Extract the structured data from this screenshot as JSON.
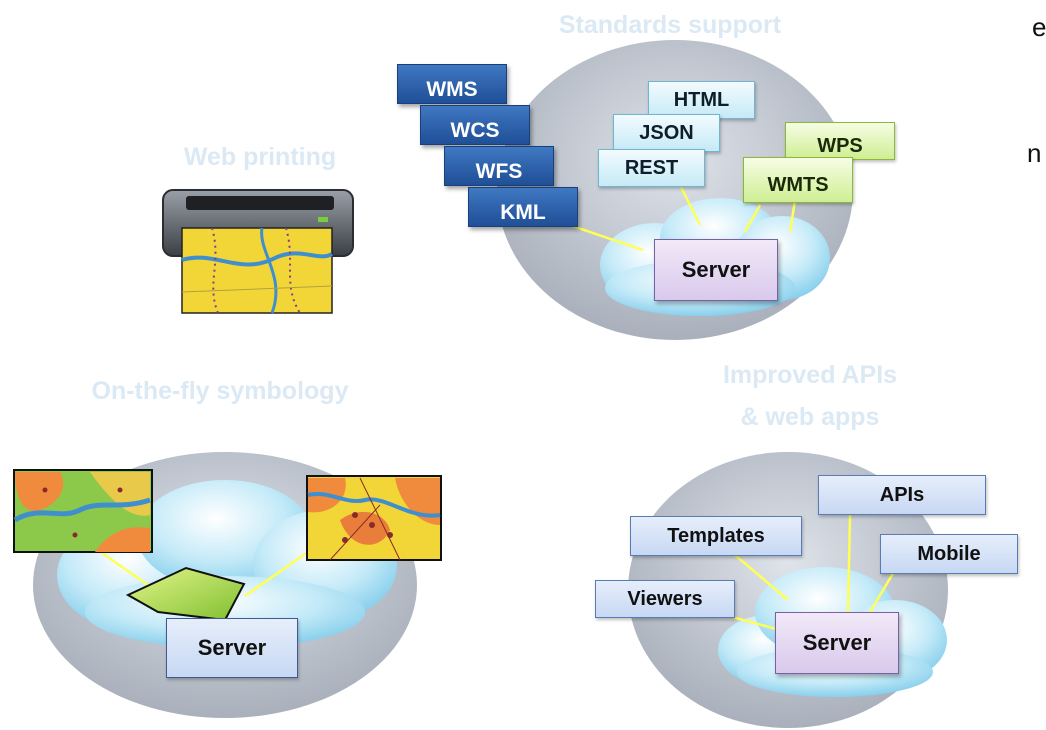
{
  "cut_text": [
    "e",
    "n"
  ],
  "panels": {
    "standards": {
      "title": "Standards support",
      "ogc_services": [
        "WMS",
        "WCS",
        "WFS",
        "KML"
      ],
      "web_formats": [
        "HTML",
        "JSON",
        "REST"
      ],
      "processing": [
        "WPS",
        "WMTS"
      ],
      "server": "Server"
    },
    "printing": {
      "title": "Web printing"
    },
    "symbology": {
      "title": "On-the-fly symbology",
      "server": "Server"
    },
    "apis": {
      "title_line1": "Improved APIs",
      "title_line2": "& web apps",
      "items": [
        "APIs",
        "Templates",
        "Mobile",
        "Viewers"
      ],
      "server": "Server"
    }
  },
  "colors": {
    "heading": "#dbe9f5",
    "ogc_blue": "#2b5fa8",
    "format_cyan": "#d9f2fa",
    "process_green": "#e2f7b6",
    "server_purple": "#e6dcf2",
    "connector": "#ffff55"
  }
}
